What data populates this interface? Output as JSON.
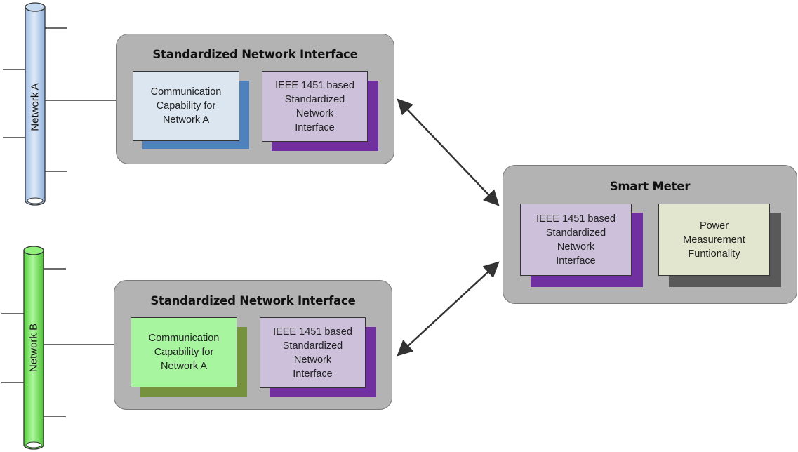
{
  "networks": {
    "a": {
      "label": "Network A",
      "color": "#c5d9f1"
    },
    "b": {
      "label": "Network B",
      "color": "#8ff07a"
    }
  },
  "top_interface": {
    "title": "Standardized Network Interface",
    "comm_box": "Communication\nCapability for\nNetwork A",
    "ieee_box": "IEEE 1451 based\nStandardized\nNetwork\nInterface"
  },
  "bottom_interface": {
    "title": "Standardized Network Interface",
    "comm_box": "Communication\nCapability for\nNetwork A",
    "ieee_box": "IEEE 1451 based\nStandardized\nNetwork\nInterface"
  },
  "smart_meter": {
    "title": "Smart Meter",
    "ieee_box": "IEEE 1451 based\nStandardized\nNetwork\nInterface",
    "power_box": "Power\nMeasurement\nFuntionality"
  },
  "colors": {
    "panel": "#b3b3b3",
    "comm_a_fill": "#dce6f1",
    "comm_a_shadow": "#4f81bd",
    "comm_b_fill": "#a8f5a0",
    "comm_b_shadow": "#76923c",
    "ieee_fill": "#ccc0da",
    "ieee_shadow": "#7030a0",
    "power_fill": "#e3e6cf",
    "power_shadow": "#595959"
  }
}
